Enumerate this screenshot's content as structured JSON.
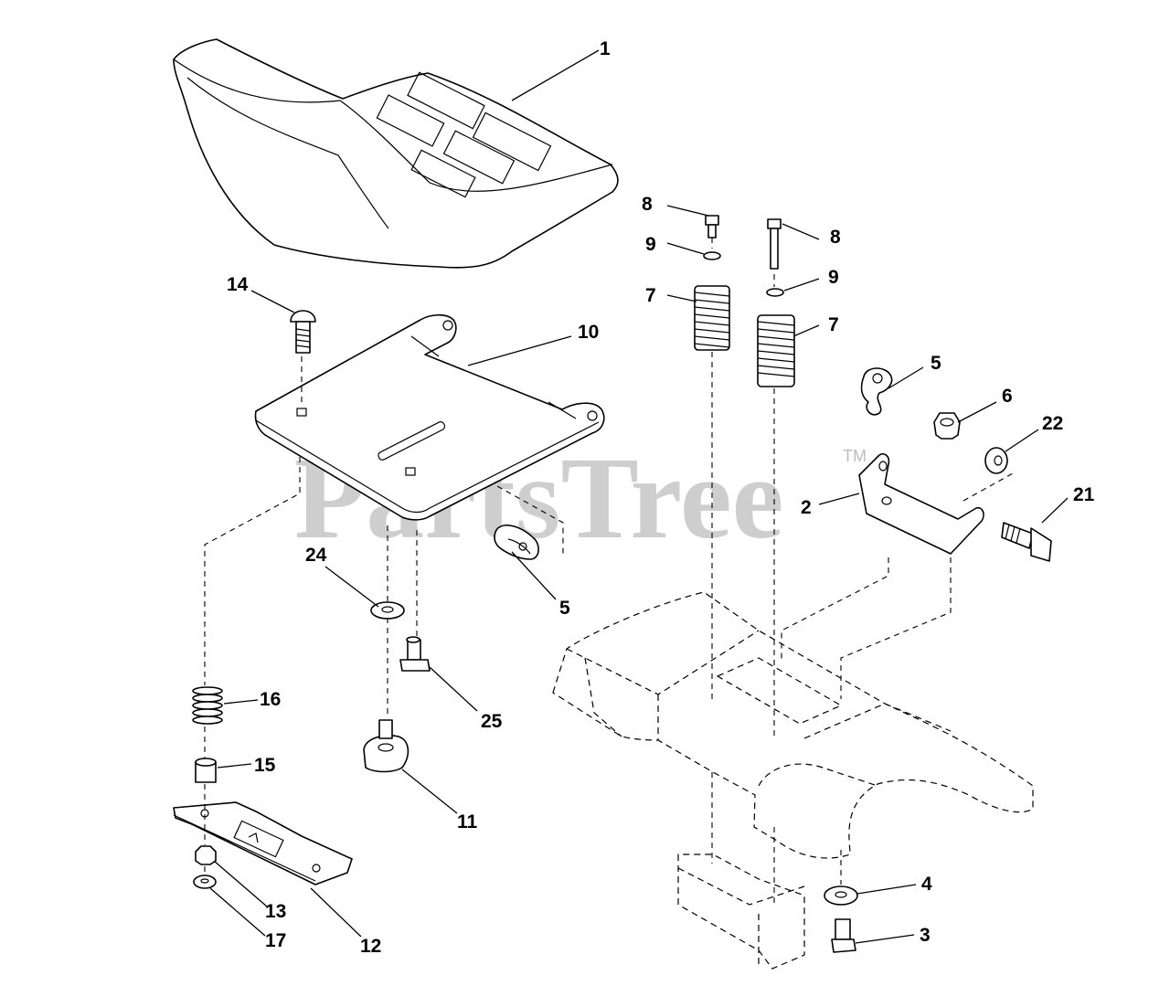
{
  "watermark": {
    "text": "PartsTree",
    "tm": "TM"
  },
  "callouts": {
    "c1": "1",
    "c2": "2",
    "c3": "3",
    "c4": "4",
    "c5a": "5",
    "c5b": "5",
    "c6": "6",
    "c7a": "7",
    "c7b": "7",
    "c8a": "8",
    "c8b": "8",
    "c9a": "9",
    "c9b": "9",
    "c10": "10",
    "c11": "11",
    "c12": "12",
    "c13": "13",
    "c14": "14",
    "c15": "15",
    "c16": "16",
    "c17": "17",
    "c21": "21",
    "c22": "22",
    "c24": "24",
    "c25": "25"
  }
}
